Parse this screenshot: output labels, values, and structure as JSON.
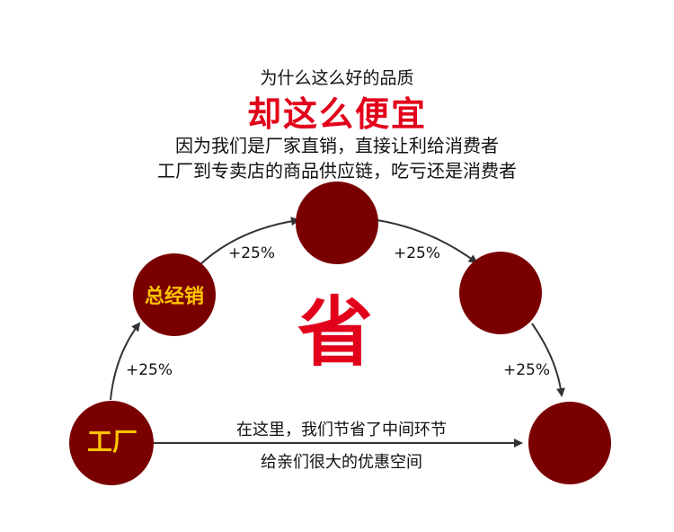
{
  "header": {
    "question": "为什么这么好的品质",
    "headline": "却这么便宜",
    "reason_line1": "因为我们是厂家直销，直接让利给消费者",
    "reason_line2": "工厂到专卖店的商品供应链，吃亏还是消费者"
  },
  "nodes": {
    "factory": "工厂",
    "distributor": "总经销"
  },
  "markups": {
    "factory_to_distributor": "+25%",
    "distributor_to_top": "+25%",
    "top_to_right": "+25%",
    "right_to_store": "+25%"
  },
  "center": {
    "big_word": "省"
  },
  "direct_path": {
    "line1": "在这里，我们节省了中间环节",
    "line2": "给亲们很大的优惠空间"
  },
  "colors": {
    "node_fill": "#7a0000",
    "accent_red": "#e2001a",
    "label_yellow": "#ffc400",
    "arrow": "#333333"
  }
}
